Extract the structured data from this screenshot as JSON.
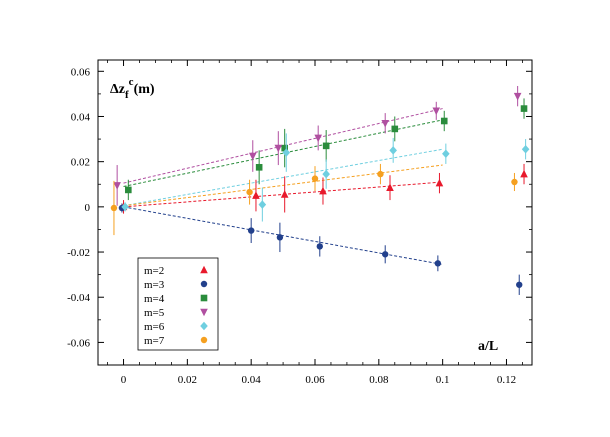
{
  "chart_data": {
    "type": "scatter",
    "title": "",
    "ylabel_main": "Δz",
    "ylabel_sub": "f",
    "ylabel_sup": "c",
    "ylabel_tail": "(m)",
    "xlabel": "a/L",
    "xlim": [
      -0.008,
      0.128
    ],
    "ylim": [
      -0.07,
      0.065
    ],
    "xticks": [
      0,
      0.02,
      0.04,
      0.06,
      0.08,
      0.1,
      0.12
    ],
    "xtick_labels": [
      "0",
      "0.02",
      "0.04",
      "0.06",
      "0.08",
      "0.1",
      "0.12"
    ],
    "yticks": [
      -0.06,
      -0.04,
      -0.02,
      0,
      0.02,
      0.04,
      0.06
    ],
    "ytick_labels": [
      "-0.06",
      "-0.04",
      "-0.02",
      "0",
      "0.02",
      "0.04",
      "0.06"
    ],
    "legend_position": "bottom-left",
    "series": [
      {
        "name": "m=2",
        "color": "#e8192c",
        "marker": "triangle-up",
        "points": [
          {
            "x": 0.0,
            "y": 0.0,
            "err": 0.003
          },
          {
            "x": 0.0415,
            "y": 0.005,
            "err": 0.007
          },
          {
            "x": 0.0505,
            "y": 0.0055,
            "err": 0.008
          },
          {
            "x": 0.0625,
            "y": 0.007,
            "err": 0.006
          },
          {
            "x": 0.0835,
            "y": 0.0085,
            "err": 0.0055
          },
          {
            "x": 0.099,
            "y": 0.0105,
            "err": 0.0045
          },
          {
            "x": 0.1255,
            "y": 0.0145,
            "err": 0.0045
          }
        ],
        "fit": [
          [
            0.0,
            0.0
          ],
          [
            0.1,
            0.011
          ]
        ]
      },
      {
        "name": "m=3",
        "color": "#22408c",
        "marker": "circle",
        "points": [
          {
            "x": -0.0005,
            "y": -0.0005,
            "err": 0.002
          },
          {
            "x": 0.04,
            "y": -0.0105,
            "err": 0.0055
          },
          {
            "x": 0.049,
            "y": -0.0135,
            "err": 0.0065
          },
          {
            "x": 0.0615,
            "y": -0.0175,
            "err": 0.0045
          },
          {
            "x": 0.082,
            "y": -0.021,
            "err": 0.004
          },
          {
            "x": 0.0985,
            "y": -0.025,
            "err": 0.0035
          },
          {
            "x": 0.124,
            "y": -0.0345,
            "err": 0.0045
          }
        ],
        "fit": [
          [
            0.0,
            0.0
          ],
          [
            0.1,
            -0.0255
          ]
        ]
      },
      {
        "name": "m=4",
        "color": "#2a8c3c",
        "marker": "square",
        "points": [
          {
            "x": 0.0015,
            "y": 0.0075,
            "err": 0.0045
          },
          {
            "x": 0.0425,
            "y": 0.0175,
            "err": 0.0075
          },
          {
            "x": 0.0505,
            "y": 0.026,
            "err": 0.0085
          },
          {
            "x": 0.0635,
            "y": 0.027,
            "err": 0.007
          },
          {
            "x": 0.085,
            "y": 0.0345,
            "err": 0.0055
          },
          {
            "x": 0.1005,
            "y": 0.038,
            "err": 0.0045
          },
          {
            "x": 0.1255,
            "y": 0.0435,
            "err": 0.0045
          }
        ],
        "fit": [
          [
            0.0,
            0.009
          ],
          [
            0.1,
            0.0385
          ]
        ]
      },
      {
        "name": "m=5",
        "color": "#b04fa0",
        "marker": "triangle-down",
        "points": [
          {
            "x": -0.002,
            "y": 0.0095,
            "err": 0.009
          },
          {
            "x": 0.0405,
            "y": 0.0225,
            "err": 0.007
          },
          {
            "x": 0.0485,
            "y": 0.026,
            "err": 0.0075
          },
          {
            "x": 0.061,
            "y": 0.0305,
            "err": 0.0055
          },
          {
            "x": 0.082,
            "y": 0.037,
            "err": 0.0045
          },
          {
            "x": 0.098,
            "y": 0.0425,
            "err": 0.004
          },
          {
            "x": 0.1235,
            "y": 0.049,
            "err": 0.0045
          }
        ],
        "fit": [
          [
            0.0,
            0.0105
          ],
          [
            0.1,
            0.0435
          ]
        ]
      },
      {
        "name": "m=6",
        "color": "#6fcfe0",
        "marker": "diamond",
        "points": [
          {
            "x": 0.0005,
            "y": 0.0,
            "err": 0.002
          },
          {
            "x": 0.0435,
            "y": 0.001,
            "err": 0.0075
          },
          {
            "x": 0.051,
            "y": 0.024,
            "err": 0.0085
          },
          {
            "x": 0.0635,
            "y": 0.0145,
            "err": 0.0065
          },
          {
            "x": 0.0845,
            "y": 0.025,
            "err": 0.0055
          },
          {
            "x": 0.101,
            "y": 0.0235,
            "err": 0.0045
          },
          {
            "x": 0.126,
            "y": 0.0255,
            "err": 0.0045
          }
        ],
        "fit": [
          [
            0.0,
            0.0005
          ],
          [
            0.1,
            0.0255
          ]
        ]
      },
      {
        "name": "m=7",
        "color": "#f5a020",
        "marker": "circle",
        "points": [
          {
            "x": -0.003,
            "y": -0.0005,
            "err": 0.012
          },
          {
            "x": 0.0395,
            "y": 0.0065,
            "err": 0.0055
          },
          {
            "x": 0.06,
            "y": 0.0125,
            "err": 0.0055
          },
          {
            "x": 0.0805,
            "y": 0.0145,
            "err": 0.0045
          },
          {
            "x": 0.1225,
            "y": 0.011,
            "err": 0.004
          }
        ],
        "fit": [
          [
            0.0,
            0.0005
          ],
          [
            0.1,
            0.0185
          ]
        ]
      }
    ]
  }
}
